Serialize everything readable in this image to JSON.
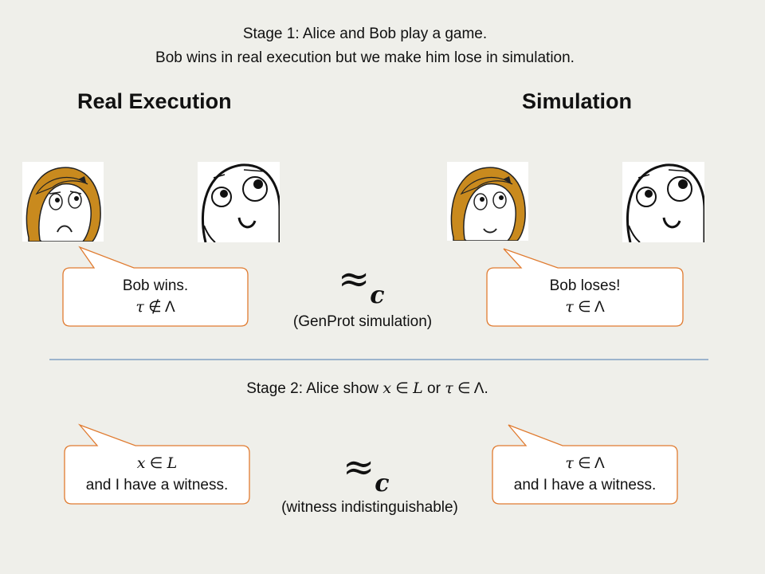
{
  "stage1": {
    "line1": "Stage 1: Alice and Bob play a game.",
    "line2": "Bob wins in real execution but we make him lose in simulation."
  },
  "headings": {
    "real": "Real Execution",
    "sim": "Simulation"
  },
  "bubbles": {
    "real_stage1": {
      "line1": "Bob wins.",
      "tau": "τ",
      "op": "∉",
      "set": "Λ"
    },
    "sim_stage1": {
      "line1": "Bob loses!",
      "tau": "τ",
      "op": "∈",
      "set": "Λ"
    },
    "real_stage2": {
      "x": "x",
      "op": "∈",
      "L": "L",
      "line2": "and I have a witness."
    },
    "sim_stage2": {
      "tau": "τ",
      "op": "∈",
      "set": "Λ",
      "line2": "and I have a witness."
    }
  },
  "approx1": {
    "symbol": "≈",
    "sub": "c",
    "caption": "(GenProt simulation)"
  },
  "approx2": {
    "symbol": "≈",
    "sub": "c",
    "caption": "(witness indistinguishable)"
  },
  "stage2": {
    "prefix": "Stage 2: Alice show ",
    "x": "x",
    "in1": " ∈ ",
    "L": "L",
    "or": " or ",
    "tau": "τ",
    "in2": " ∈ ",
    "lambda": "Λ",
    "suffix": "."
  },
  "faces": [
    "alice-frown-face",
    "bob-happy-face",
    "alice-smug-face",
    "bob-happy-face"
  ],
  "colors": {
    "bubble_border": "#e07b30",
    "divider": "#4a78b0",
    "hair": "#c98a1e",
    "background": "#efefea"
  }
}
